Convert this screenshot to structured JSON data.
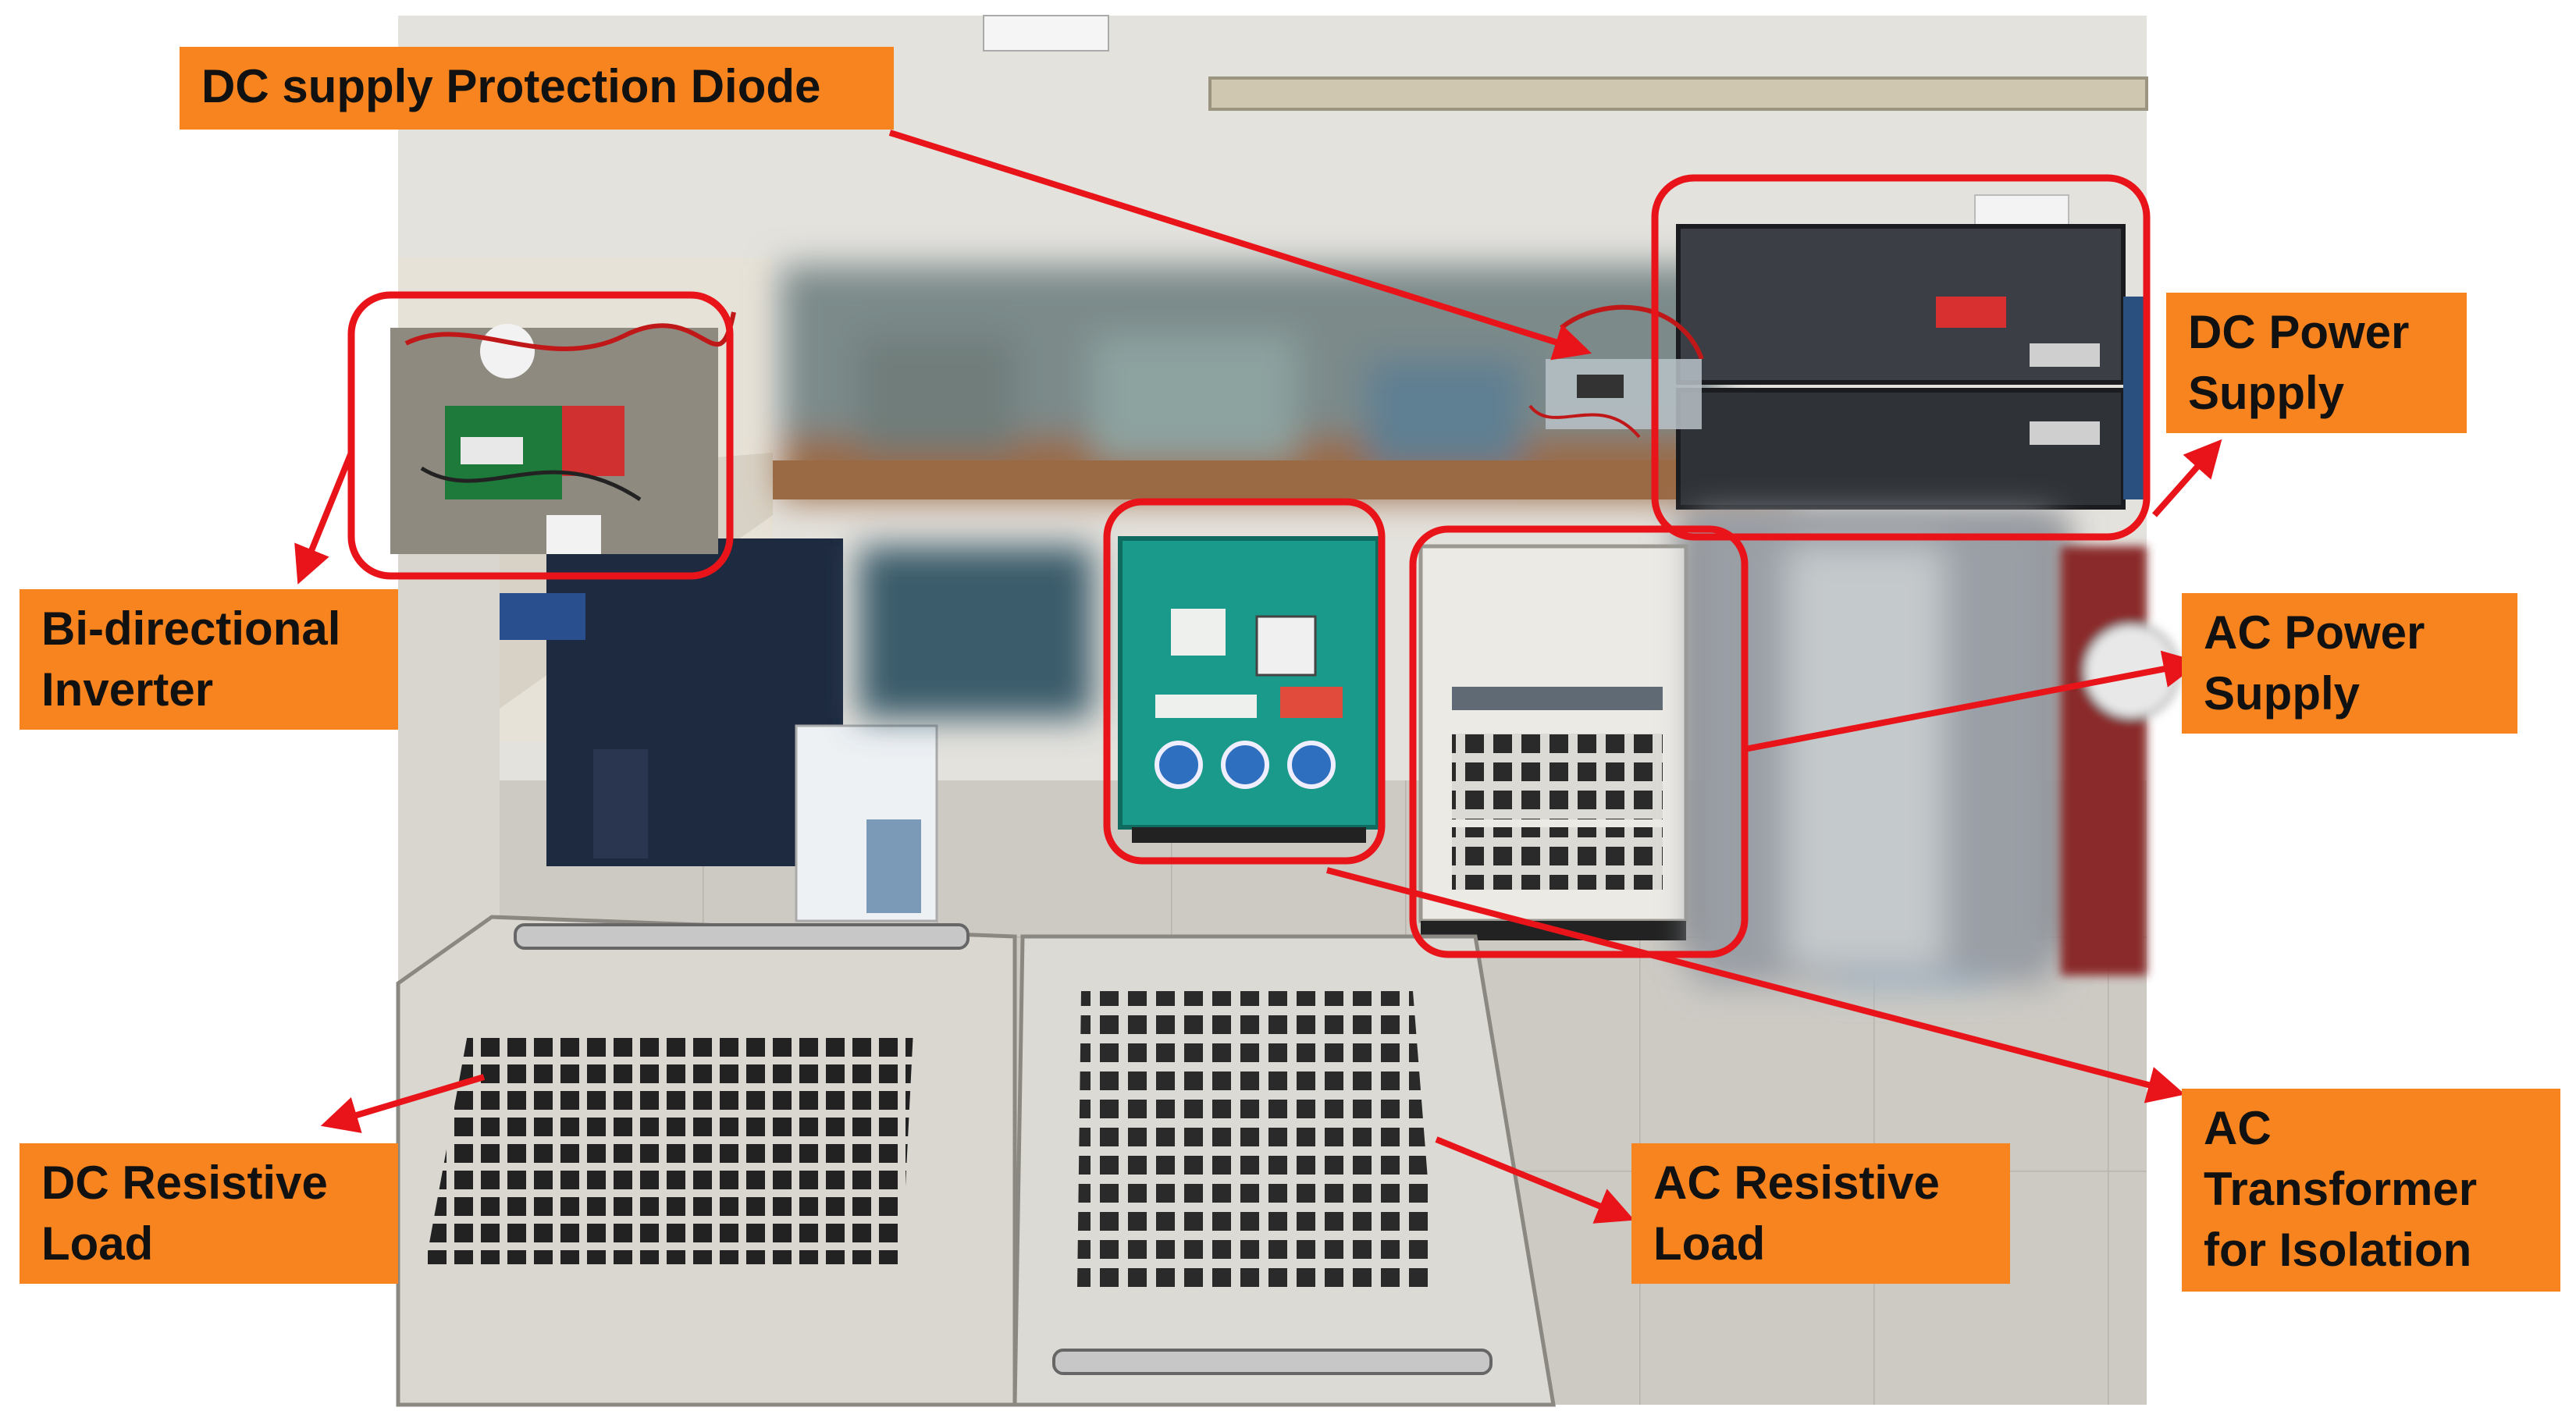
{
  "colors": {
    "callout_fill": "#f7841f",
    "annotation_red": "#e8141a",
    "wall": "#e4e2dd",
    "floor": "#c9c6c0",
    "bench": "#9a6a45",
    "transformer_teal": "#1a9a8a",
    "load_panel": "#d9d7cf"
  },
  "photo": {
    "description_icons": [
      "bench-icon",
      "transformer-icon",
      "load-grille-icon",
      "rack-supply-icon"
    ]
  },
  "labels": {
    "protection_diode": "DC supply Protection Diode",
    "dc_power_supply": "DC Power\nSupply",
    "bidirectional_inverter": "Bi-directional\nInverter",
    "ac_power_supply": "AC Power\nSupply",
    "dc_resistive_load": "DC Resistive\nLoad",
    "ac_resistive_load": "AC Resistive\nLoad",
    "ac_transformer": "AC\nTransformer\nfor Isolation"
  }
}
